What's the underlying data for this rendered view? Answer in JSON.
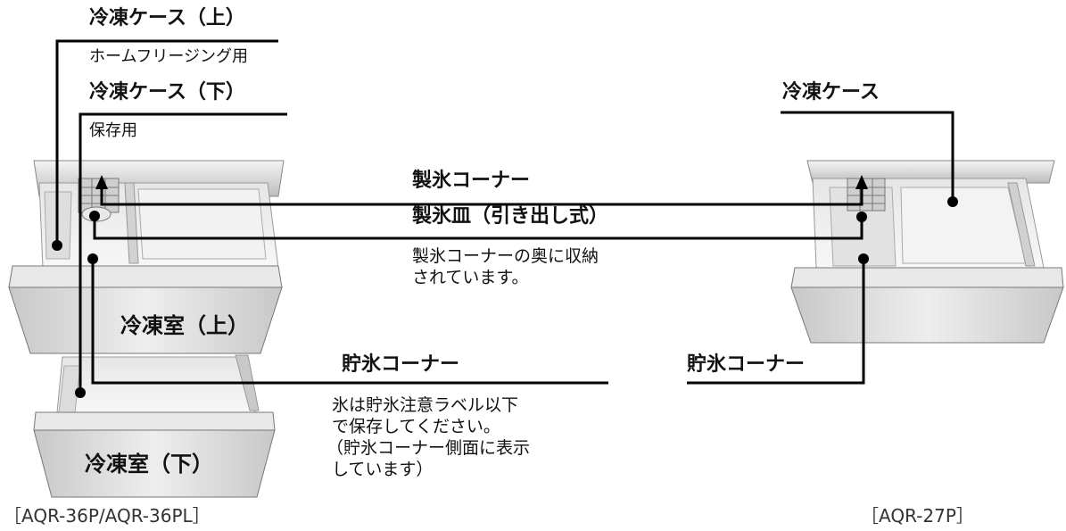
{
  "left_labels": {
    "upper_case_title": "冷凍ケース（上）",
    "upper_case_sub": "ホームフリージング用",
    "lower_case_title": "冷凍ケース（下）",
    "lower_case_sub": "保存用",
    "upper_room": "冷凍室（上）",
    "lower_room": "冷凍室（下）"
  },
  "center_labels": {
    "ice_corner": "製氷コーナー",
    "ice_tray": "製氷皿（引き出し式）",
    "ice_tray_note_1": "製氷コーナーの奥に収納",
    "ice_tray_note_2": "されています。",
    "storage_corner": "貯氷コーナー",
    "storage_note_1": "氷は貯氷注意ラベル以下",
    "storage_note_2": "で保存してください。",
    "storage_note_3": "（貯氷コーナー側面に表示",
    "storage_note_4": "しています）"
  },
  "right_labels": {
    "freezer_case": "冷凍ケース",
    "storage_corner": "貯氷コーナー"
  },
  "models": {
    "left": "［AQR-36P/AQR-36PL］",
    "right": "［AQR-27P］"
  }
}
